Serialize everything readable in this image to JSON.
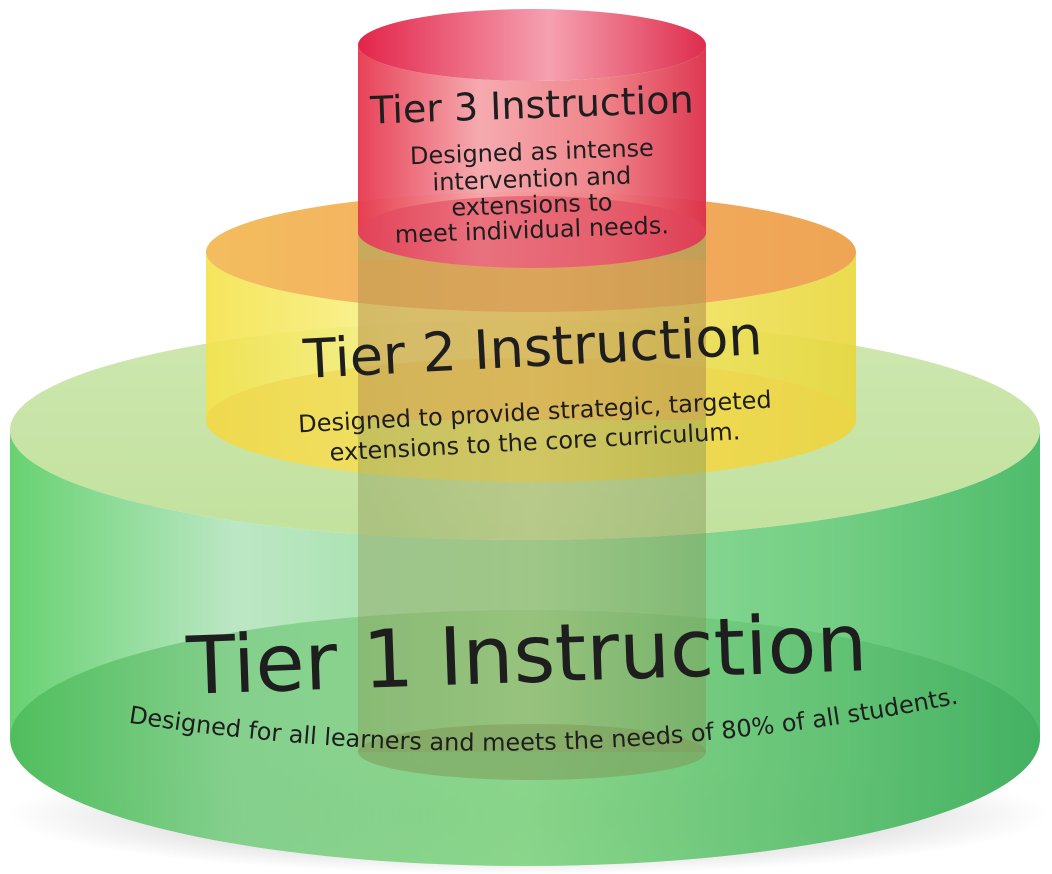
{
  "tiers": [
    {
      "id": "tier1",
      "title": "Tier 1 Instruction",
      "description": "Designed for all learners and meets the needs of 80% of all students.",
      "color": "#4dbf55"
    },
    {
      "id": "tier2",
      "title": "Tier 2 Instruction",
      "description_lines": [
        "Designed to provide strategic, targeted",
        "extensions to the core curriculum."
      ],
      "color": "#f2dc3a"
    },
    {
      "id": "tier3",
      "title": "Tier 3 Instruction",
      "description_lines": [
        "Designed as intense",
        "intervention and",
        "extensions to",
        "meet individual needs."
      ],
      "color": "#e23a55"
    }
  ]
}
